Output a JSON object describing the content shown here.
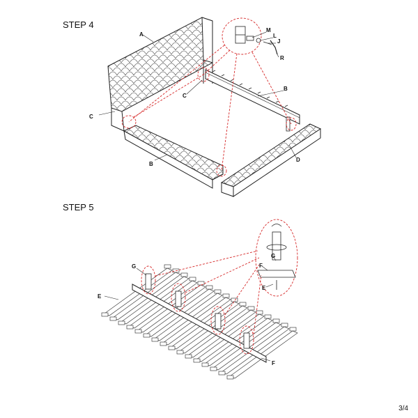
{
  "step4": {
    "title": "STEP 4",
    "labels": {
      "A": "A",
      "B_right": "B",
      "B_left": "B",
      "C_left": "C",
      "C_mid": "C",
      "D": "D",
      "M": "M",
      "L": "L",
      "J": "J",
      "R": "R"
    }
  },
  "step5": {
    "title": "STEP 5",
    "labels": {
      "G_left": "G",
      "E_left": "E",
      "F_bottom": "F",
      "F_detail": "F",
      "G_detail": "G",
      "E_detail": "E"
    }
  },
  "page_number": "3/4",
  "colors": {
    "line": "#222222",
    "callout": "#d62828"
  }
}
